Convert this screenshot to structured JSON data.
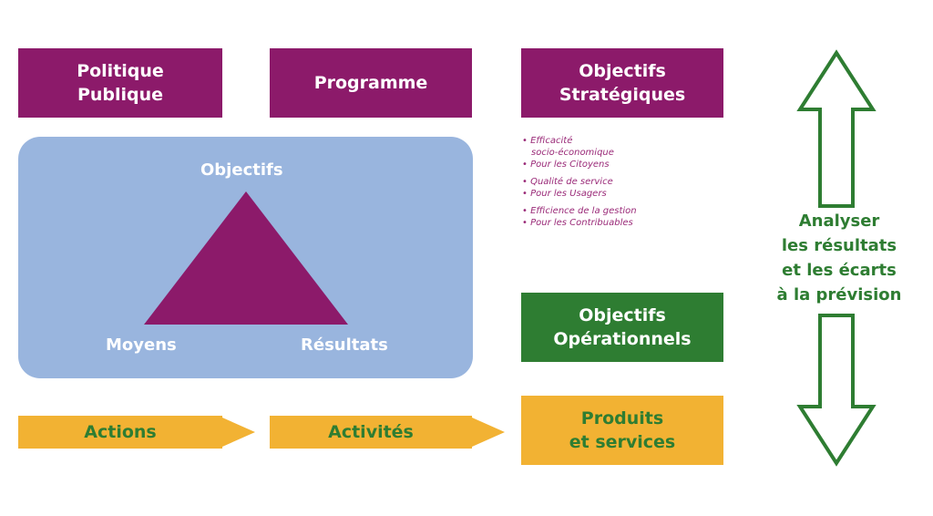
{
  "boxes": {
    "politique_publique": "Politique\nPublique",
    "programme": "Programme",
    "objectifs_strategiques": "Objectifs\nStratégiques",
    "objectifs_operationnels": "Objectifs\nOpérationnels",
    "actions": "Actions",
    "activites": "Activités",
    "produits_services": "Produits\net services"
  },
  "triangle": {
    "top_label": "Objectifs",
    "left_label": "Moyens",
    "right_label": "Résultats"
  },
  "strategic_bullets": [
    [
      "• Efficacité\nsocio-économique",
      "• Pour les Citoyens"
    ],
    [
      "• Qualité de service",
      "• Pour les Usagers"
    ],
    [
      "• Efficience de la gestion",
      "• Pour les Contribuables"
    ]
  ],
  "analyse": "Analyser\nles résultats\net les écarts\nà la prévision",
  "colors": {
    "purple": "#8c1a6a",
    "blue_panel": "#99b5de",
    "green": "#2e7d32",
    "orange": "#f2b233"
  }
}
